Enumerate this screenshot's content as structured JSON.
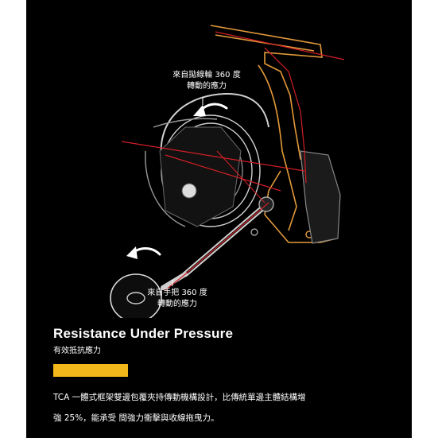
{
  "callouts": {
    "spool_line1": "來自拋線輪 360 度",
    "spool_line2": "轉動的應力",
    "handle_line1": "來自手把 360 度",
    "handle_line2": "轉動的應力"
  },
  "section": {
    "title": "Resistance Under Pressure",
    "subtitle": "有效抵抗應力",
    "body_line1": "TCA 一體式框架雙邊包覆夾持傳動機構設計，比傳統單邊主體結構增",
    "body_line2": "強 25%，能承受 間強力衝擊與收線拖曳力。"
  },
  "colors": {
    "background": "#000000",
    "accent": "#f2b81b",
    "frame_outline": "#e39a3a",
    "force_line": "#d21f26",
    "text": "#ffffff"
  },
  "icons": [
    "rotation-arrow-icon",
    "rotation-arrow-icon"
  ]
}
